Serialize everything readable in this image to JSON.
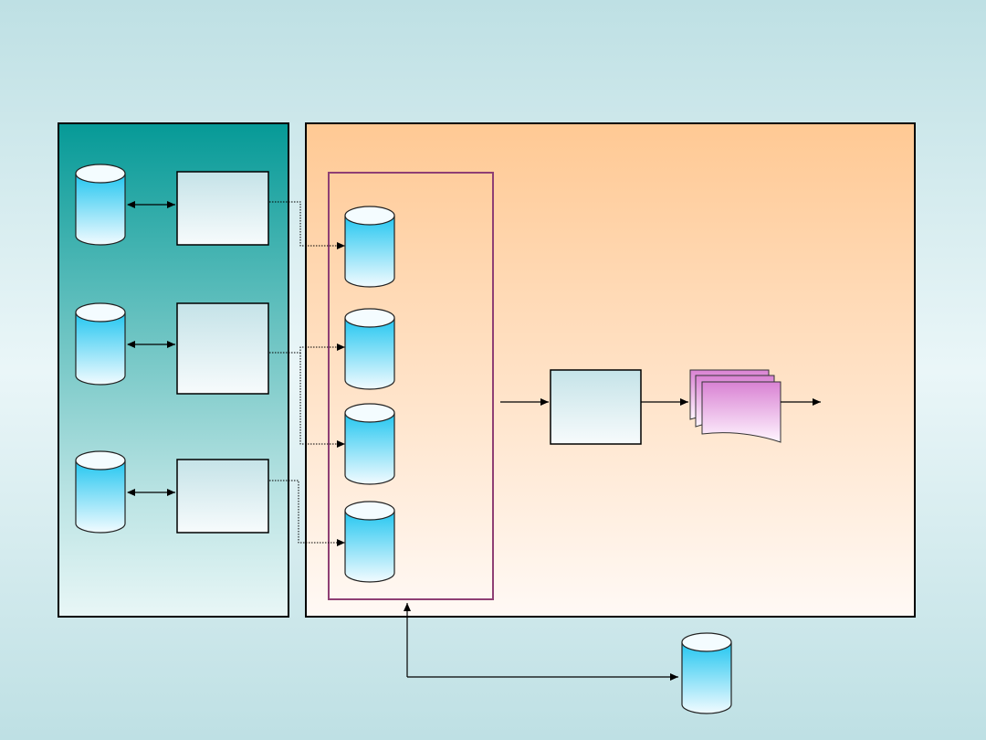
{
  "diagram": {
    "colors": {
      "page_gradient": [
        "#bee0e4",
        "#eaf6f8"
      ],
      "left_panel_gradient": [
        "#069a97",
        "#e8f6f6"
      ],
      "right_panel_gradient": [
        "#ffc994",
        "#fff9f5"
      ],
      "cylinder": [
        "#23c6f0",
        "#f2fbff"
      ],
      "process_box": [
        "#c5e3e8",
        "#f7fbfc"
      ],
      "document": [
        "#d982d3",
        "#fff6ff"
      ],
      "group_border": "#8f3f74"
    },
    "icons": [
      "database-cylinder",
      "process-box",
      "document-stack",
      "arrow"
    ],
    "text_labels": []
  }
}
